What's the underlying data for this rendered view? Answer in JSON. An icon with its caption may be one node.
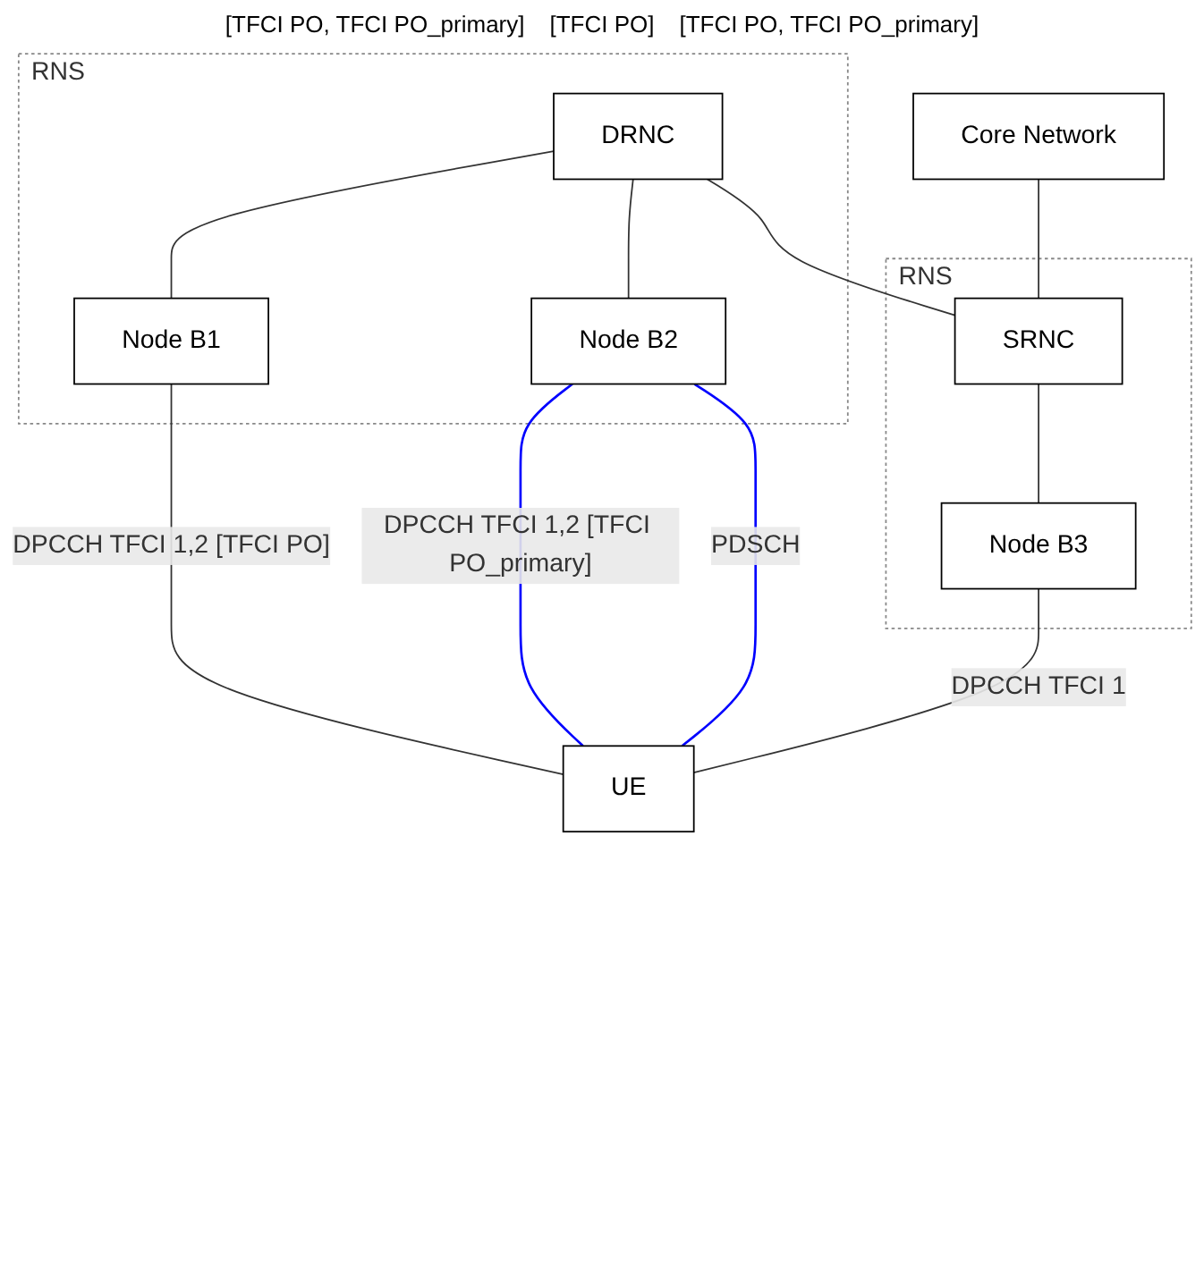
{
  "diagram": {
    "nodes": [
      {
        "text": [
          "Core Network"
        ]
      },
      {
        "text": [
          "RNS"
        ]
      },
      {
        "text": [
          "DRNC"
        ],
        "in": 1
      },
      {
        "text": [
          "Node B1"
        ],
        "in": 1
      },
      {
        "text": [
          "Node B2"
        ],
        "in": 1
      },
      {
        "text": [
          "RNS"
        ]
      },
      {
        "text": [
          "SRNC"
        ],
        "in": 5
      },
      {
        "text": [
          "Node B3"
        ],
        "in": 5
      },
      {
        "text": [
          "UE"
        ]
      }
    ],
    "edges": [
      {
        "from": 0,
        "to": 6,
        "arrow": "none"
      },
      {
        "from": 2,
        "to": 6,
        "arrow": "none"
      },
      {
        "from": 2,
        "to": 3,
        "arrow": "none"
      },
      {
        "from": 2,
        "to": 4,
        "arrow": "none"
      },
      {
        "from": 6,
        "to": 7,
        "arrow": "none"
      },
      {
        "from": 3,
        "to": 8,
        "arrow": "none",
        "label": "DPCCH TFCI 1,2 [TFCI PO]"
      },
      {
        "from": 4,
        "to": 8,
        "arrow": "none",
        "label": "DPCCH TFCI 1,2 [TFCI PO_primary]",
        "color": "#0000ff"
      },
      {
        "from": 4,
        "to": 8,
        "arrow": "none",
        "label": "PDSCH",
        "color": "#0000ff"
      },
      {
        "from": 7,
        "to": 8,
        "arrow": "none",
        "label": "DPCCH TFCI 1"
      }
    ],
    "labels": [
      "[TFCI PO, TFCI PO_primary]",
      "[TFCI PO]",
      "[TFCI PO, TFCI PO_primary]"
    ]
  }
}
